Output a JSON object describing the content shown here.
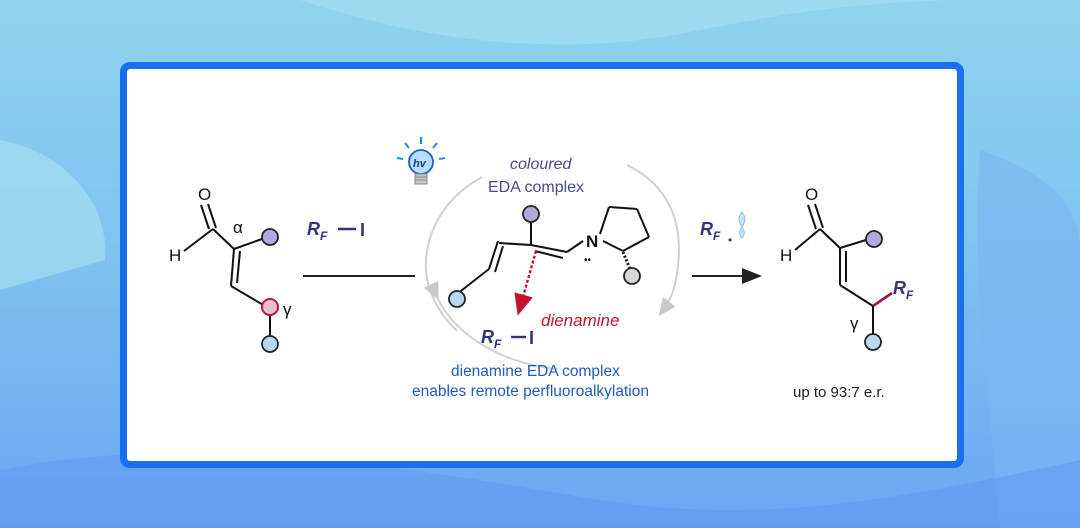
{
  "background": {
    "top_color": "#8ed4ee",
    "bottom_color": "#6aa6f2",
    "frame_color": "#1a6ff0"
  },
  "colors": {
    "substituent_fill": "#b9d7ee",
    "gamma_fill": "#e8c0d2",
    "dienamine_red": "#c0152d",
    "label_blue": "#33347a",
    "note_blue": "#1c5cc0"
  },
  "reactant": {
    "h": "H",
    "o": "O",
    "alpha": "α",
    "gamma": "γ"
  },
  "reagent": {
    "rf": "R",
    "rf_sub": "F",
    "dash": "—",
    "iodine": "I"
  },
  "light": {
    "hv": "hv",
    "icon": "light-bulb-icon"
  },
  "complex": {
    "title_line1": "coloured",
    "title_line2": "EDA complex",
    "n": "N",
    "lone_pair": "••",
    "dienamine_label": "dienamine",
    "rf": "R",
    "rf_sub": "F",
    "dash": "—",
    "iodine": "I",
    "note_line1": "dienamine EDA complex",
    "note_line2": "enables remote perfluoroalkylation"
  },
  "radical": {
    "rf": "R",
    "rf_sub": "F",
    "dot": "•"
  },
  "product": {
    "h": "H",
    "o": "O",
    "gamma": "γ",
    "rf": "R",
    "rf_sub": "F",
    "er": "up to 93:7 e.r."
  }
}
